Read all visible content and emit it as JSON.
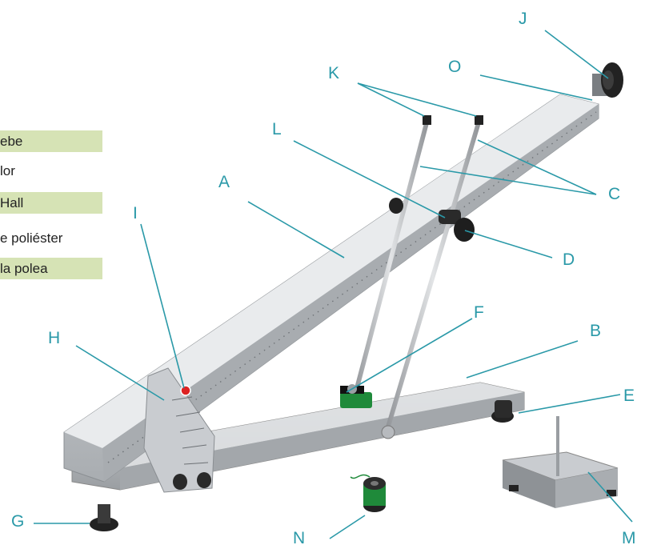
{
  "legend": {
    "rows": [
      {
        "text": "ebe",
        "shaded": true
      },
      {
        "text": "lor",
        "shaded": false
      },
      {
        "text": "Hall",
        "shaded": true
      },
      {
        "text": "e poliéster",
        "shaded": false
      },
      {
        "text": "la polea",
        "shaded": true
      }
    ]
  },
  "labels": {
    "A": "A",
    "B": "B",
    "C": "C",
    "D": "D",
    "E": "E",
    "F": "F",
    "G": "G",
    "H": "H",
    "I": "I",
    "J": "J",
    "K": "K",
    "L": "L",
    "M": "M",
    "N": "N",
    "O": "O"
  },
  "colors": {
    "callout": "#2a99a8",
    "legend_shade": "#d6e3b5",
    "metal": "#b9bcbf",
    "knob": "#2b2b2b",
    "spool_wire": "#1f8a3a"
  }
}
